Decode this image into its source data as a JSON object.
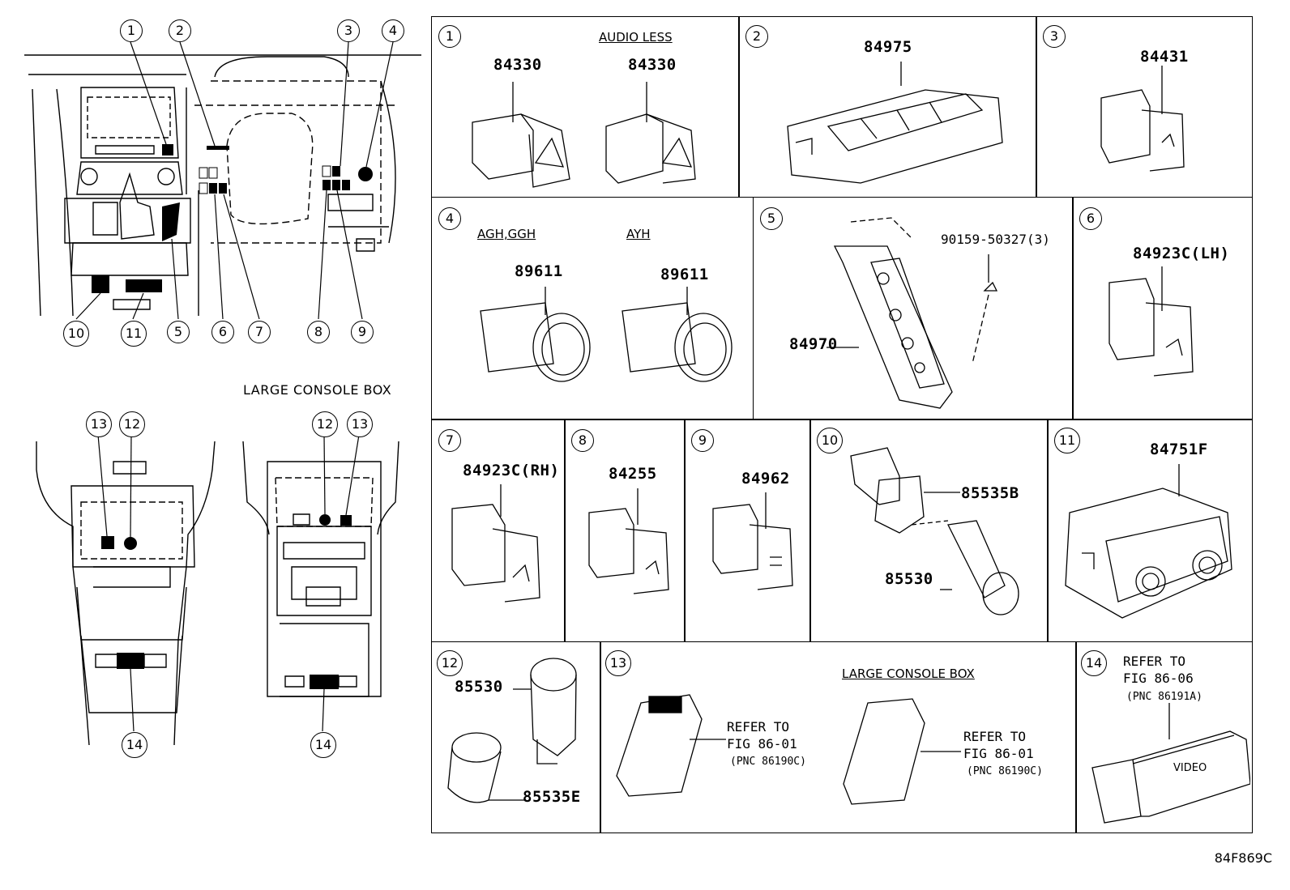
{
  "overview": {
    "callouts_top": [
      "1",
      "2",
      "3",
      "4",
      "5",
      "6",
      "7",
      "8",
      "9",
      "10",
      "11"
    ],
    "callouts_bottom": [
      "13",
      "12",
      "14"
    ],
    "callouts_large": [
      "12",
      "13",
      "14"
    ],
    "large_console_caption": "LARGE CONSOLE BOX"
  },
  "cells": [
    {
      "index": "1",
      "note": "AUDIO LESS",
      "parts": [
        "84330",
        "84330"
      ]
    },
    {
      "index": "2",
      "parts": [
        "84975"
      ]
    },
    {
      "index": "3",
      "parts": [
        "84431"
      ]
    },
    {
      "index": "4",
      "labels": [
        "AGH,GGH",
        "AYH"
      ],
      "parts": [
        "89611",
        "89611"
      ]
    },
    {
      "index": "5",
      "parts": [
        "90159-50327(3)",
        "84970"
      ]
    },
    {
      "index": "6",
      "parts": [
        "84923C(LH)"
      ]
    },
    {
      "index": "7",
      "parts": [
        "84923C(RH)"
      ]
    },
    {
      "index": "8",
      "parts": [
        "84255"
      ]
    },
    {
      "index": "9",
      "parts": [
        "84962"
      ]
    },
    {
      "index": "10",
      "parts": [
        "85535B",
        "85530"
      ]
    },
    {
      "index": "11",
      "parts": [
        "84751F"
      ]
    },
    {
      "index": "12",
      "parts": [
        "85530",
        "85535E"
      ]
    },
    {
      "index": "13",
      "note": "LARGE CONSOLE BOX",
      "refs": [
        {
          "line1": "REFER TO",
          "line2": "FIG 86-01",
          "line3": "(PNC 86190C)"
        },
        {
          "line1": "REFER TO",
          "line2": "FIG 86-01",
          "line3": "(PNC 86190C)"
        }
      ]
    },
    {
      "index": "14",
      "ref": {
        "line1": "REFER TO",
        "line2": "FIG 86-06",
        "line3": "(PNC 86191A)"
      },
      "device_text": "VIDEO"
    }
  ],
  "figure_id": "84F869C"
}
